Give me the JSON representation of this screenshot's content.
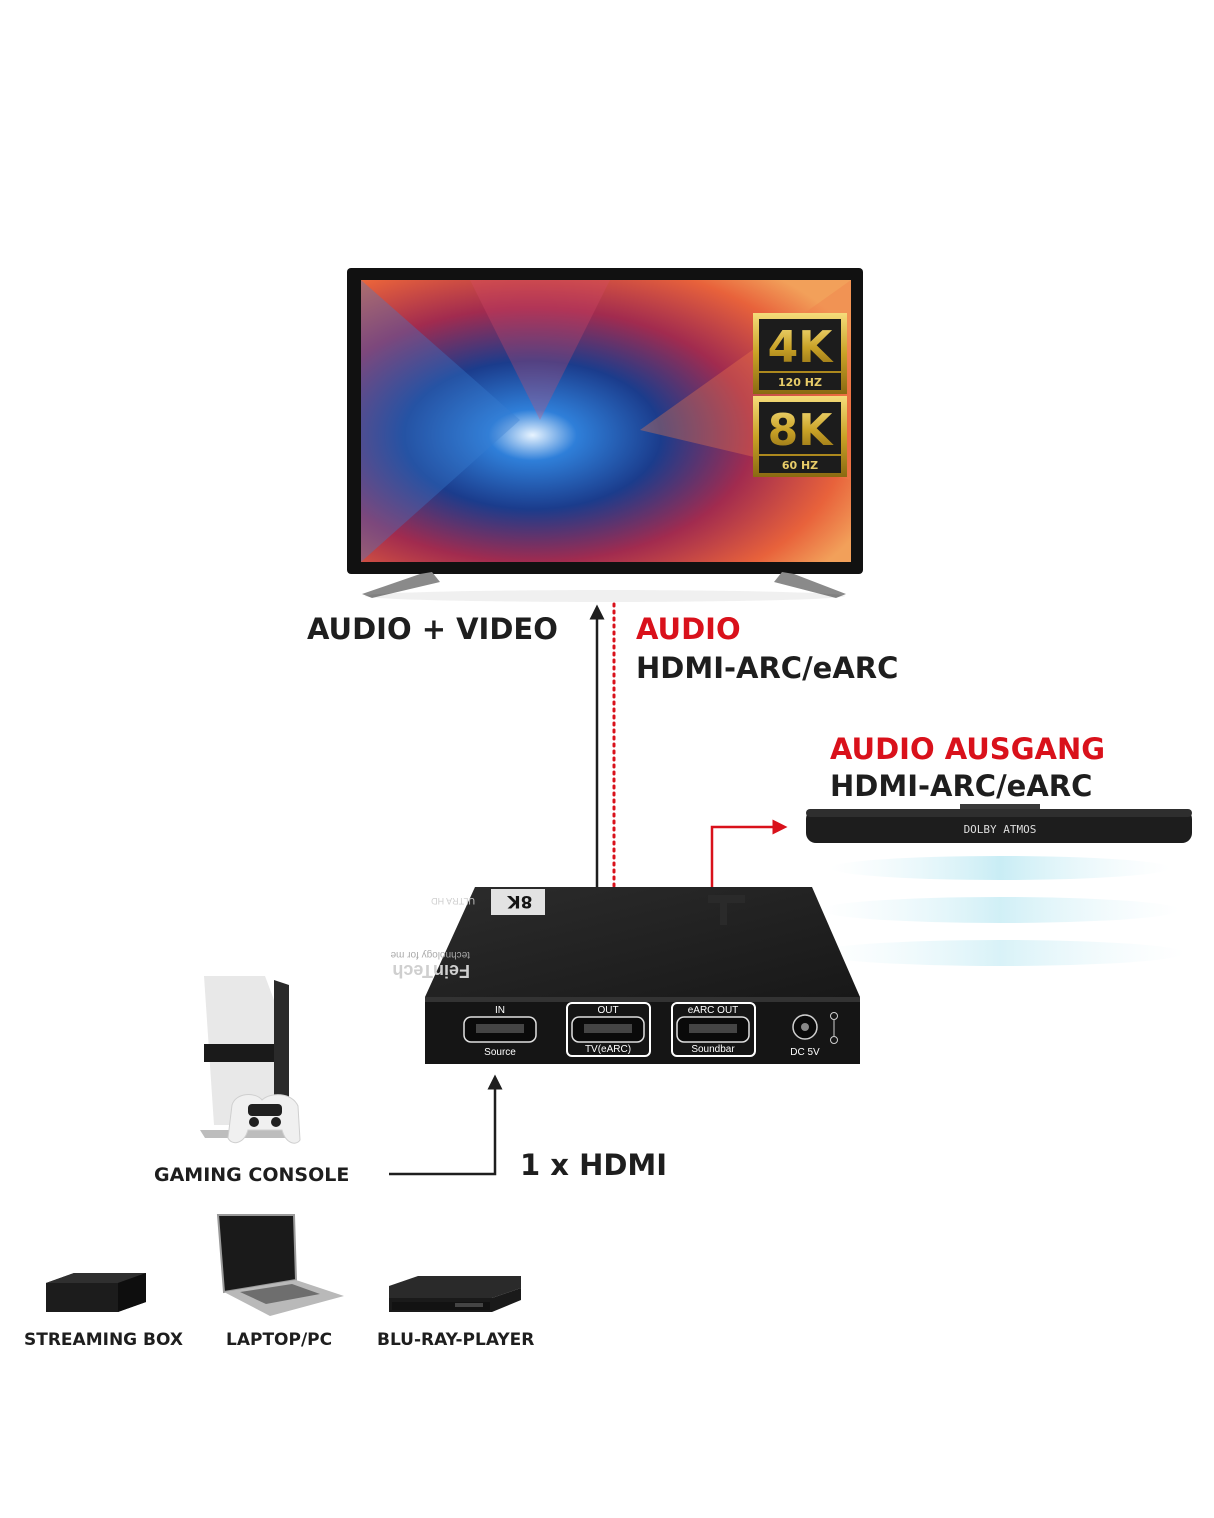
{
  "tv": {
    "badge_4k": {
      "big": "4K",
      "small": "120 HZ"
    },
    "badge_8k": {
      "big": "8K",
      "small": "60 HZ"
    }
  },
  "labels": {
    "audio_video": "AUDIO + VIDEO",
    "audio": "AUDIO",
    "hdmi_arc_1": "HDMI-ARC/eARC",
    "audio_ausgang": "AUDIO AUSGANG",
    "hdmi_arc_2": "HDMI-ARC/eARC",
    "one_hdmi": "1 x HDMI"
  },
  "soundbar": {
    "display": "DOLBY ATMOS"
  },
  "device": {
    "brand": "FeinTech",
    "tagline": "technology for me",
    "badge_big": "8K",
    "badge_small": "ULTRA HD",
    "ports": [
      {
        "top": "IN",
        "bottom": "Source"
      },
      {
        "top": "OUT",
        "bottom": "TV(eARC)"
      },
      {
        "top": "eARC OUT",
        "bottom": "Soundbar"
      }
    ],
    "power": "DC 5V"
  },
  "sources": {
    "gaming_console": "GAMING CONSOLE",
    "streaming_box": "STREAMING BOX",
    "laptop": "LAPTOP/PC",
    "bluray": "BLU-RAY-PLAYER"
  },
  "colors": {
    "accent_red": "#d9111b",
    "text_dark": "#1e1e1e",
    "gold": "#c9a227"
  }
}
